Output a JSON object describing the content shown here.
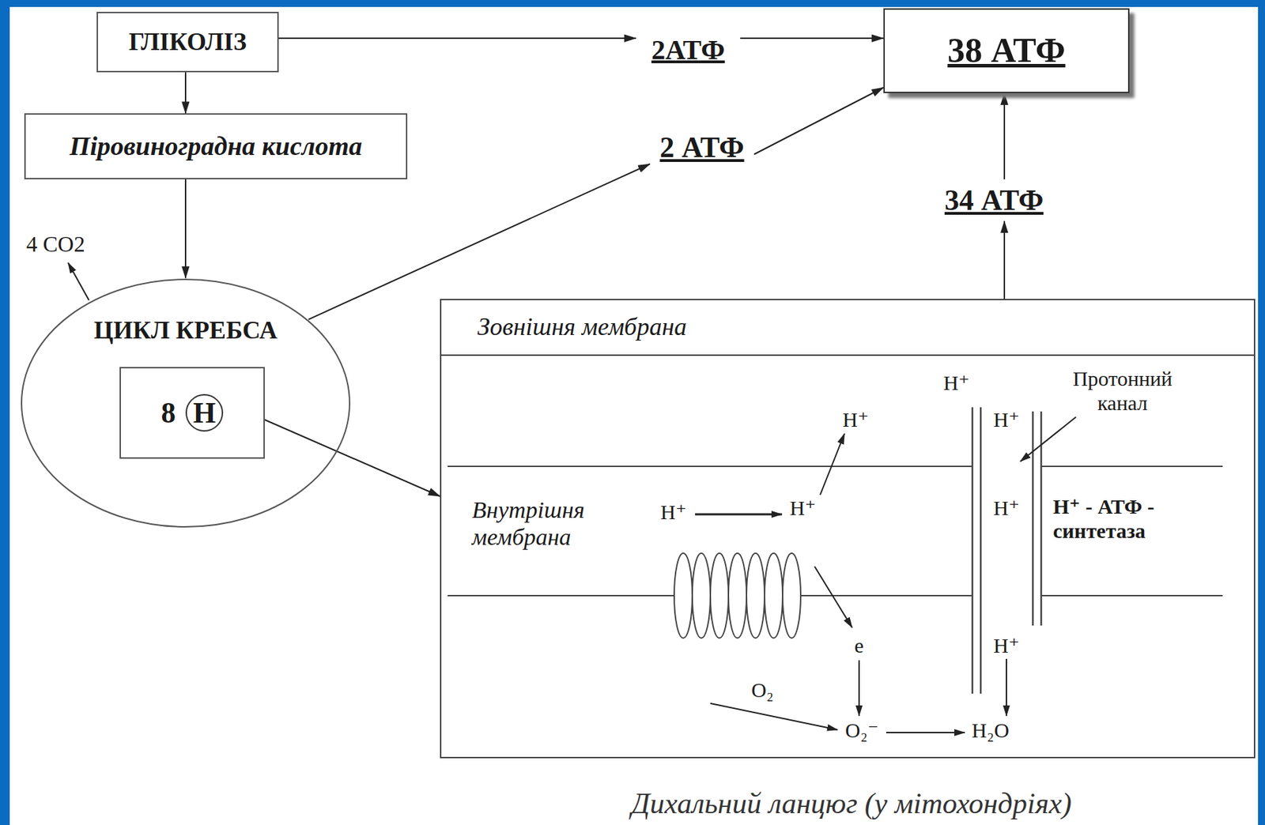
{
  "diagram": {
    "caption": "Дихальний ланцюг (у мітохондріях)",
    "nodes": [
      {
        "text": [
          "ГЛІКОЛІЗ"
        ]
      },
      {
        "text": [
          "2АТФ"
        ]
      },
      {
        "text": [
          "38 АТФ"
        ]
      },
      {
        "text": [
          "Піровиноградна кислота"
        ]
      },
      {
        "text": [
          "2 АТФ"
        ]
      },
      {
        "text": [
          "34 АТФ"
        ]
      },
      {
        "text": [
          "ЦИКЛ КРЕБСА"
        ]
      },
      {
        "text": [
          "8",
          "Н"
        ],
        "in": 6
      },
      {
        "text": [
          "Зовнішня мембрана"
        ]
      }
    ],
    "edges": [
      {
        "from": 0,
        "to": 3,
        "arrow": "to"
      },
      {
        "from": 3,
        "to": 6,
        "arrow": "to"
      },
      {
        "from": 0,
        "to": 1,
        "arrow": "to"
      },
      {
        "from": 1,
        "to": 2,
        "arrow": "to"
      },
      {
        "from": 4,
        "to": 2,
        "arrow": "to"
      },
      {
        "from": 6,
        "to": 4,
        "arrow": "to"
      },
      {
        "from": 7,
        "to": 8,
        "arrow": "to"
      },
      {
        "from": 8,
        "to": 5,
        "arrow": "to"
      },
      {
        "from": 5,
        "to": 2,
        "arrow": "to"
      }
    ],
    "labels": [
      "4 CO2",
      "Внутрішня мембрана",
      "Н⁺",
      "Н⁺",
      "Н⁺",
      "Н⁺",
      "Н⁺",
      "Н⁺",
      "Н⁺",
      "е",
      "О₂",
      "О₂⁻",
      "Н₂О",
      "Протонний канал",
      "Н⁺ - АТФ - синтетаза"
    ]
  }
}
